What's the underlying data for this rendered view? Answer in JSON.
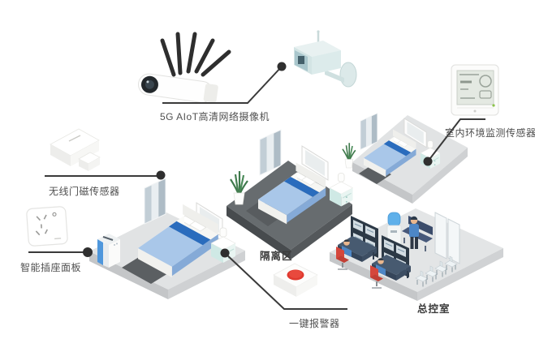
{
  "scene": {
    "title": "smart-isolation-ward-iot-diagram",
    "labels": {
      "camera": "5G AIoT高清网络摄像机",
      "door_sensor": "无线门磁传感器",
      "socket": "智能插座面板",
      "alarm": "一键报警器",
      "env_sensor": "室内环境监测传感器",
      "isolation_zone": "隔离区",
      "control_room": "总控室"
    },
    "colors": {
      "background": "#ffffff",
      "label_text": "#4f4f4f",
      "connector": "#3a3a3a",
      "dark_floor": "#676c6f",
      "light_floor": "#e1e3e4",
      "bed_blue_light": "#a9c7e9",
      "bed_blue_dark": "#2a6cbd",
      "teal_furniture": "#cfe9e5",
      "alarm_red": "#e03a2f",
      "chair_red": "#d5473c",
      "uniform_blue": "#4d86c6",
      "water_blue": "#5fb0ea",
      "plant_green": "#3f7a4c"
    }
  }
}
